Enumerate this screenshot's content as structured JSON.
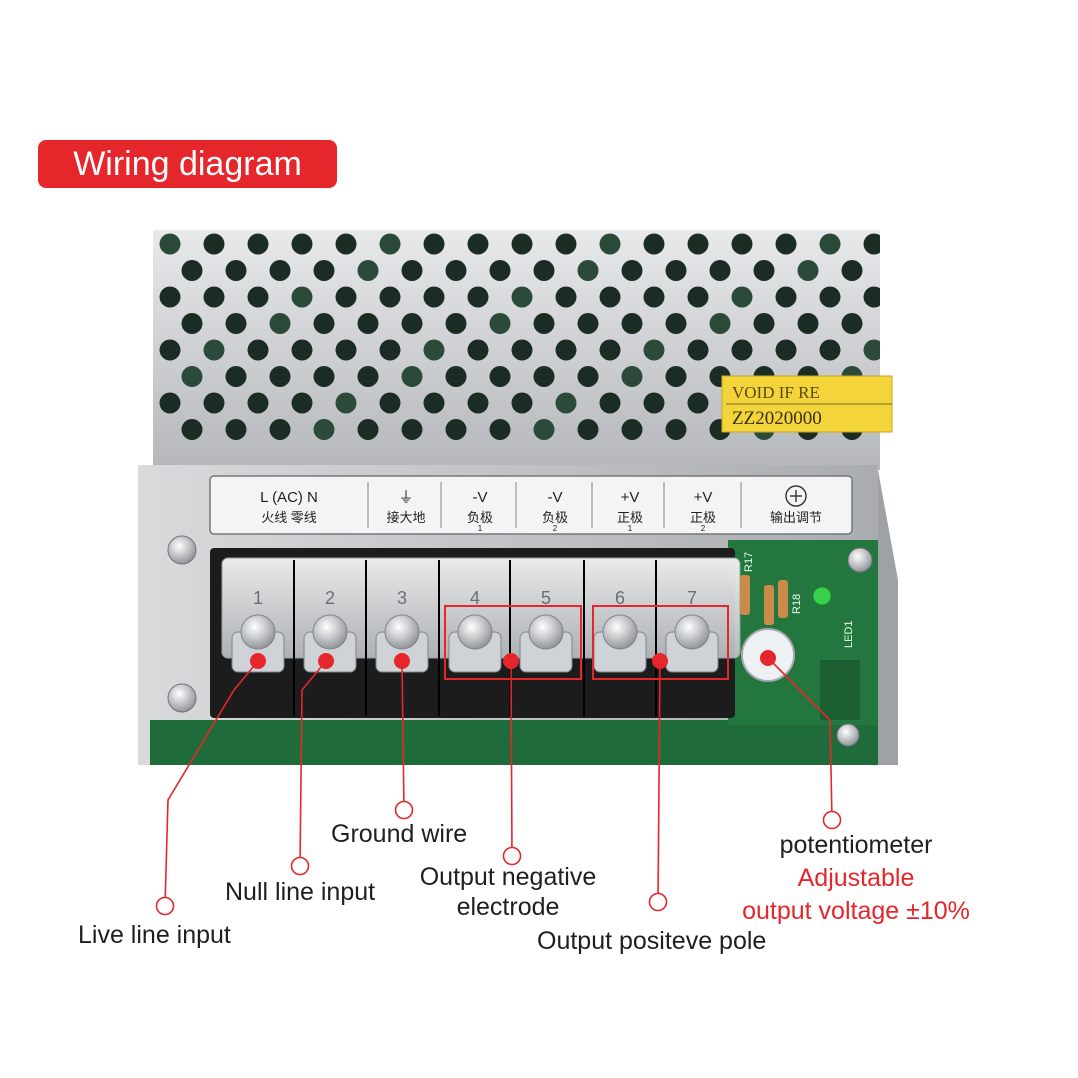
{
  "title": "Wiring diagram",
  "colors": {
    "accent": "#e5262a",
    "housing": "#c9cbce",
    "terminal_block": "#1c1c1c",
    "pcb": "#1f6b3a",
    "sticker": "#f5d63a"
  },
  "label_panel": {
    "groups": [
      {
        "top": "L  (AC)  N",
        "bottom": "火线    零线"
      },
      {
        "top": "⏚",
        "bottom": "接大地"
      },
      {
        "top": "-V",
        "bottom": "负极",
        "sub": "1"
      },
      {
        "top": "-V",
        "bottom": "负极",
        "sub": "2"
      },
      {
        "top": "+V",
        "bottom": "正极",
        "sub": "1"
      },
      {
        "top": "+V",
        "bottom": "正极",
        "sub": "2"
      },
      {
        "top": "",
        "bottom": "输出调节"
      }
    ]
  },
  "sticker": {
    "line1": "VOID IF RE",
    "line2": "ZZ2020000"
  },
  "terminals": [
    "1",
    "2",
    "3",
    "4",
    "5",
    "6",
    "7"
  ],
  "board_marks": [
    "R17",
    "R18",
    "LED1"
  ],
  "callouts": {
    "live": "Live line input",
    "null": "Null line input",
    "ground": "Ground wire",
    "negative_1": "Output negative",
    "negative_2": "electrode",
    "positive": "Output positeve pole",
    "pot_1": "potentiometer",
    "pot_2": "Adjustable",
    "pot_3": "output voltage ±10%"
  }
}
